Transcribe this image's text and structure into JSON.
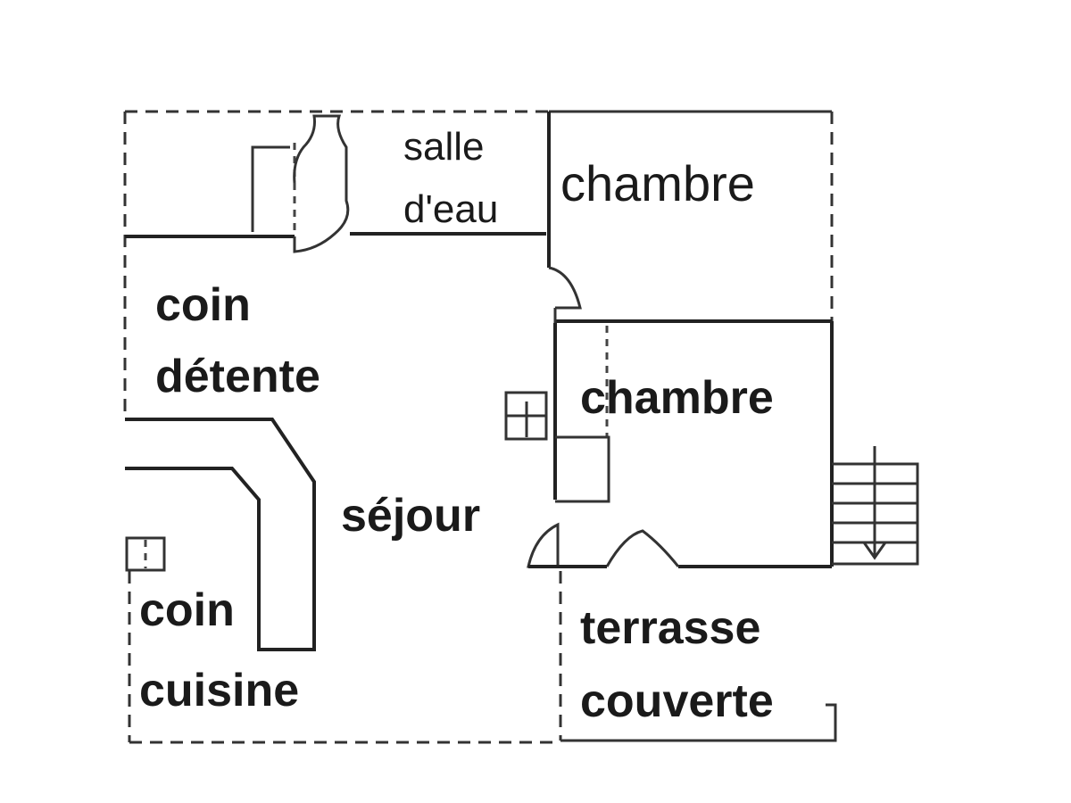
{
  "rooms": {
    "salle_eau": [
      "salle",
      "d'eau"
    ],
    "chambre_top": [
      "chambre"
    ],
    "coin_detente": [
      "coin",
      "détente"
    ],
    "chambre_mid": [
      "chambre"
    ],
    "sejour": [
      "séjour"
    ],
    "coin_cuisine": [
      "coin",
      "cuisine"
    ],
    "terrasse": [
      "terrasse",
      "couverte"
    ]
  }
}
